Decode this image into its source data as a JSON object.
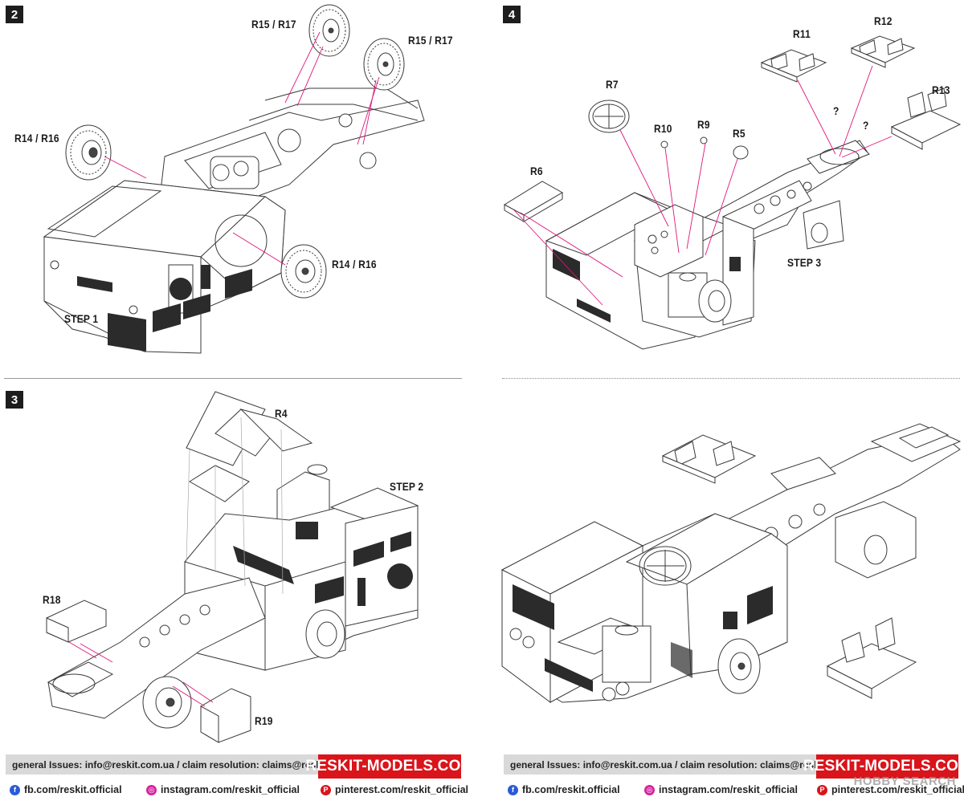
{
  "steps": {
    "p1": {
      "num": "2",
      "labels": {
        "r15_a": "R15 / R17",
        "r15_b": "R15 / R17",
        "r14_a": "R14 / R16",
        "r14_b": "R14 / R16",
        "ref": "STEP 1"
      }
    },
    "p2": {
      "num": "4",
      "labels": {
        "r7": "R7",
        "r10": "R10",
        "r9": "R9",
        "r5": "R5",
        "r6": "R6",
        "r11": "R11",
        "r12": "R12",
        "r13": "R13",
        "q1": "?",
        "q2": "?",
        "ref": "STEP 3"
      }
    },
    "p3": {
      "num": "3",
      "labels": {
        "r4": "R4",
        "r18": "R18",
        "r19": "R19",
        "ref": "STEP 2"
      }
    },
    "p4": {
      "num": "",
      "labels": {}
    }
  },
  "footer": {
    "contact": "general Issues: info@reskit.com.ua / claim resolution: claims@reskit.com.ua",
    "brand": "RESKIT-MODELS.COM",
    "facebook": "fb.com/reskit.official",
    "instagram": "instagram.com/reskit_official",
    "pinterest": "pinterest.com/reskit_official",
    "fb_glyph": "f",
    "ig_glyph": "◎",
    "pi_glyph": "P"
  },
  "watermark": "HOBBY SEARCH",
  "colors": {
    "leader": "#e0157a",
    "brand_bg": "#d9141b",
    "footer_bg": "#d9d9d9",
    "step_badge": "#1d1d1d"
  }
}
